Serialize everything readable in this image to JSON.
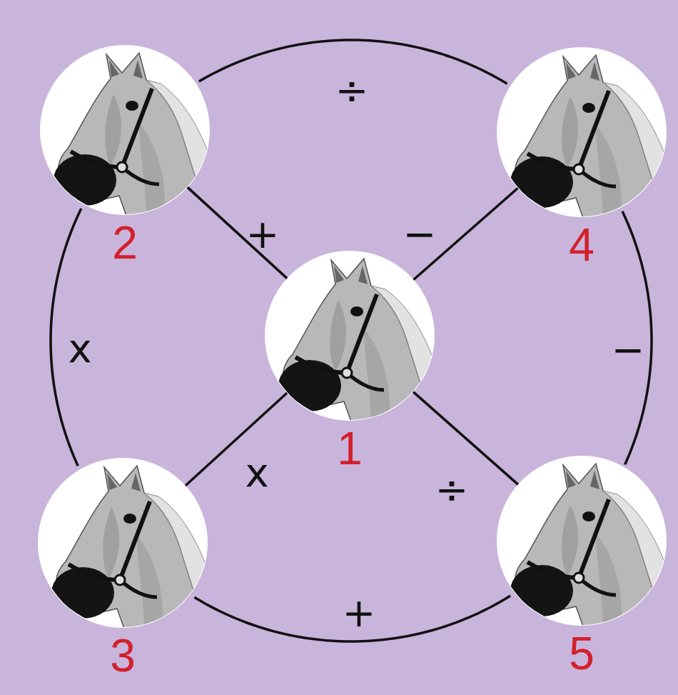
{
  "diagram": {
    "nodes": [
      {
        "text": [
          "2"
        ]
      },
      {
        "text": [
          "4"
        ]
      },
      {
        "text": [
          "1"
        ]
      },
      {
        "text": [
          "3"
        ]
      },
      {
        "text": [
          "5"
        ]
      }
    ],
    "edges": [
      {
        "from": 0,
        "to": 1,
        "label": "÷",
        "arrow": "none"
      },
      {
        "from": 0,
        "to": 2,
        "label": "+",
        "arrow": "none"
      },
      {
        "from": 1,
        "to": 2,
        "label": "−",
        "arrow": "none"
      },
      {
        "from": 0,
        "to": 3,
        "label": "x",
        "arrow": "none"
      },
      {
        "from": 1,
        "to": 4,
        "label": "−",
        "arrow": "none"
      },
      {
        "from": 3,
        "to": 2,
        "label": "x",
        "arrow": "none"
      },
      {
        "from": 2,
        "to": 4,
        "label": "÷",
        "arrow": "none"
      },
      {
        "from": 3,
        "to": 4,
        "label": "+",
        "arrow": "none"
      }
    ]
  }
}
